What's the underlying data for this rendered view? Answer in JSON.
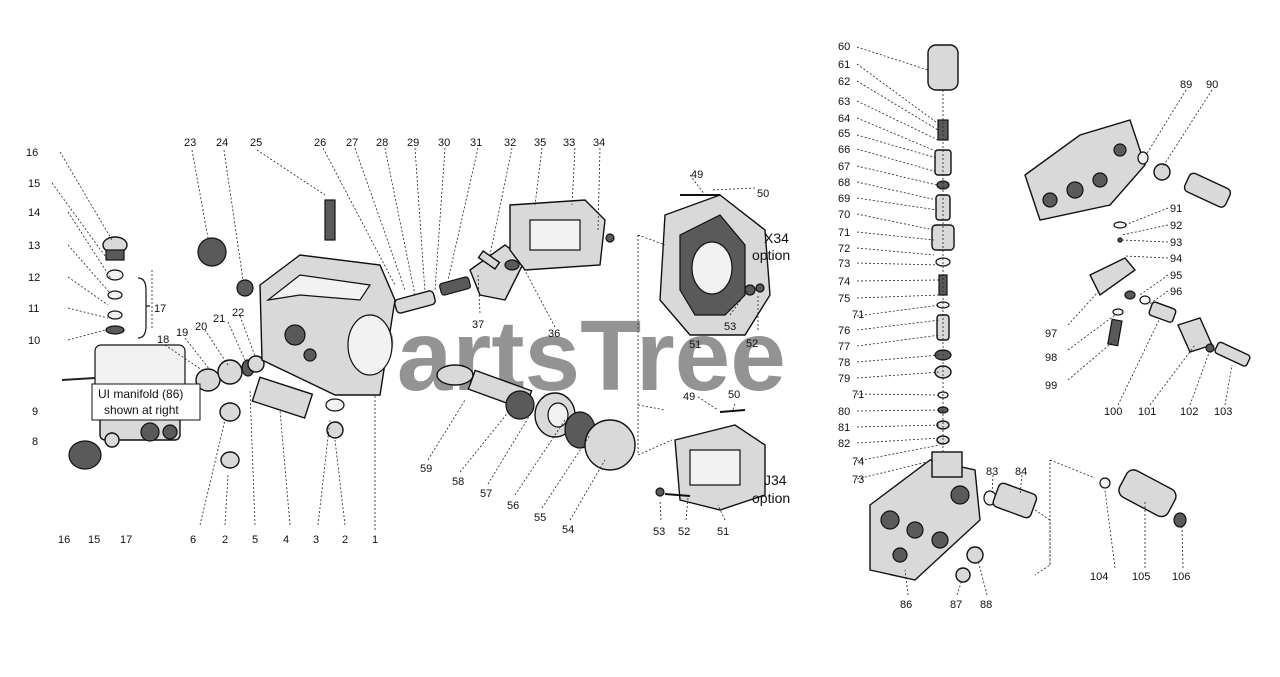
{
  "watermark": "PartsTree",
  "note": {
    "line1": "UI manifold (86)",
    "line2": "shown at right"
  },
  "options": {
    "x34_line1": "X34",
    "x34_line2": "option",
    "j34_line1": "J34",
    "j34_line2": "option"
  },
  "callouts": [
    "16",
    "15",
    "14",
    "13",
    "12",
    "11",
    "10",
    "17",
    "9",
    "8",
    "16",
    "15",
    "17",
    "18",
    "19",
    "20",
    "21",
    "22",
    "23",
    "24",
    "25",
    "6",
    "2",
    "5",
    "4",
    "3",
    "2",
    "1",
    "26",
    "27",
    "28",
    "29",
    "30",
    "31",
    "32",
    "35",
    "33",
    "34",
    "37",
    "36",
    "59",
    "58",
    "57",
    "56",
    "55",
    "54",
    "49",
    "50",
    "53",
    "52",
    "51",
    "49",
    "50",
    "53",
    "52",
    "51",
    "60",
    "61",
    "62",
    "63",
    "64",
    "65",
    "66",
    "67",
    "68",
    "69",
    "70",
    "71",
    "72",
    "73",
    "74",
    "75",
    "71",
    "76",
    "77",
    "78",
    "79",
    "71",
    "80",
    "81",
    "82",
    "74",
    "73",
    "83",
    "84",
    "86",
    "87",
    "88",
    "89",
    "90",
    "91",
    "92",
    "93",
    "94",
    "95",
    "96",
    "97",
    "98",
    "99",
    "100",
    "101",
    "102",
    "103",
    "104",
    "105",
    "106"
  ]
}
